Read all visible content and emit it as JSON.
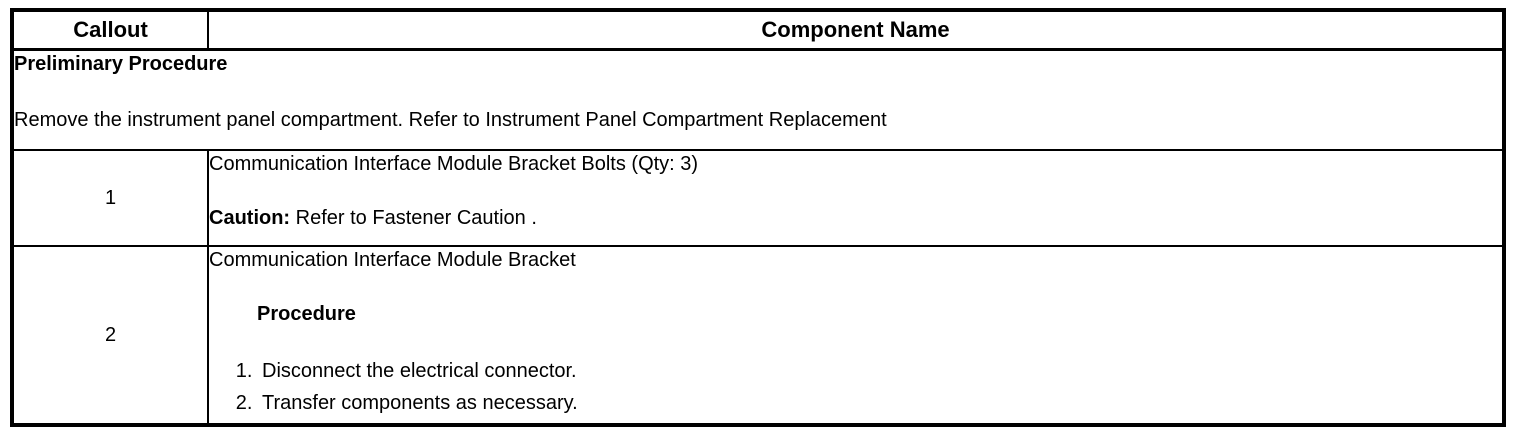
{
  "table": {
    "header": {
      "callout": "Callout",
      "component": "Component Name"
    },
    "preliminary": {
      "title": "Preliminary Procedure",
      "instruction": "Remove the instrument panel compartment. Refer to Instrument Panel Compartment Replacement"
    },
    "rows": [
      {
        "callout": "1",
        "name": "Communication Interface Module Bracket Bolts (Qty: 3)",
        "caution_label": "Caution:",
        "caution_text": "Refer to Fastener Caution ."
      },
      {
        "callout": "2",
        "name": "Communication Interface Module Bracket",
        "procedure_label": "Procedure",
        "steps": [
          "Disconnect the electrical connector.",
          "Transfer components as necessary."
        ]
      }
    ],
    "colors": {
      "border": "#000000",
      "text": "#000000",
      "background": "#ffffff"
    }
  }
}
